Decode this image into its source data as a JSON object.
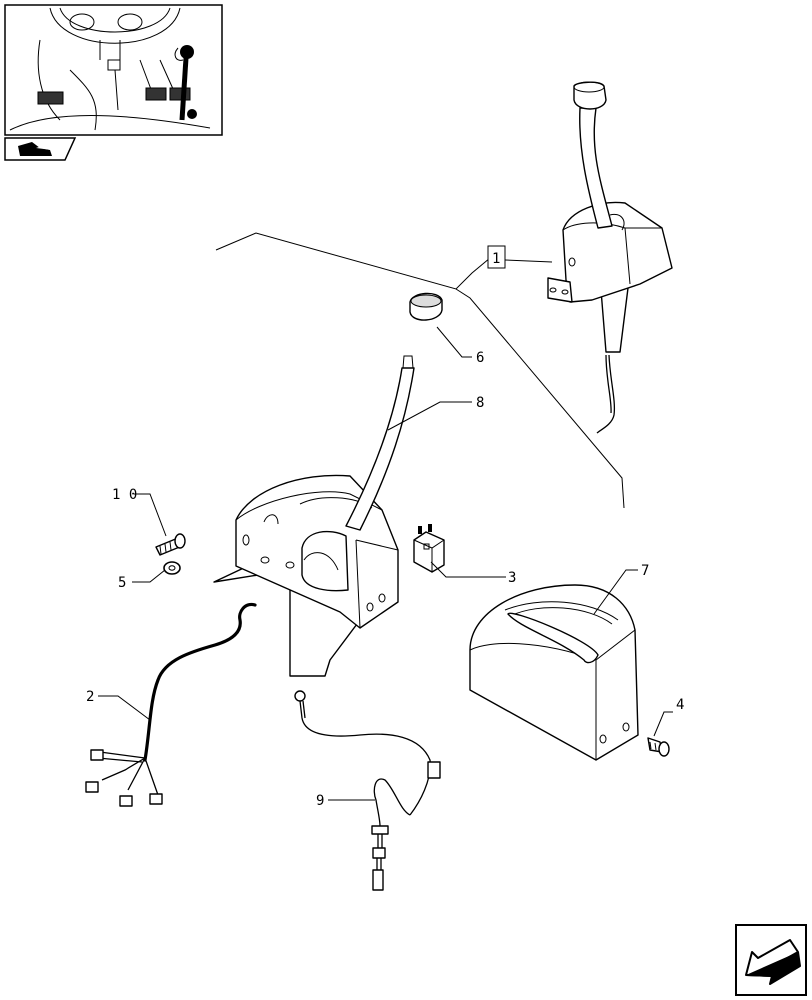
{
  "callouts": [
    {
      "id": "1",
      "text": "1"
    },
    {
      "id": "2",
      "text": "2"
    },
    {
      "id": "3",
      "text": "3"
    },
    {
      "id": "4",
      "text": "4"
    },
    {
      "id": "5",
      "text": "5"
    },
    {
      "id": "6",
      "text": "6"
    },
    {
      "id": "7",
      "text": "7"
    },
    {
      "id": "8",
      "text": "8"
    },
    {
      "id": "9",
      "text": "9"
    },
    {
      "id": "10",
      "text": "1 0"
    }
  ],
  "icons": {
    "thumbnail": "tractor-cab-location-thumbnail",
    "model_badge": "tractor-model-icon",
    "nav": "next-page-arrow-icon"
  }
}
